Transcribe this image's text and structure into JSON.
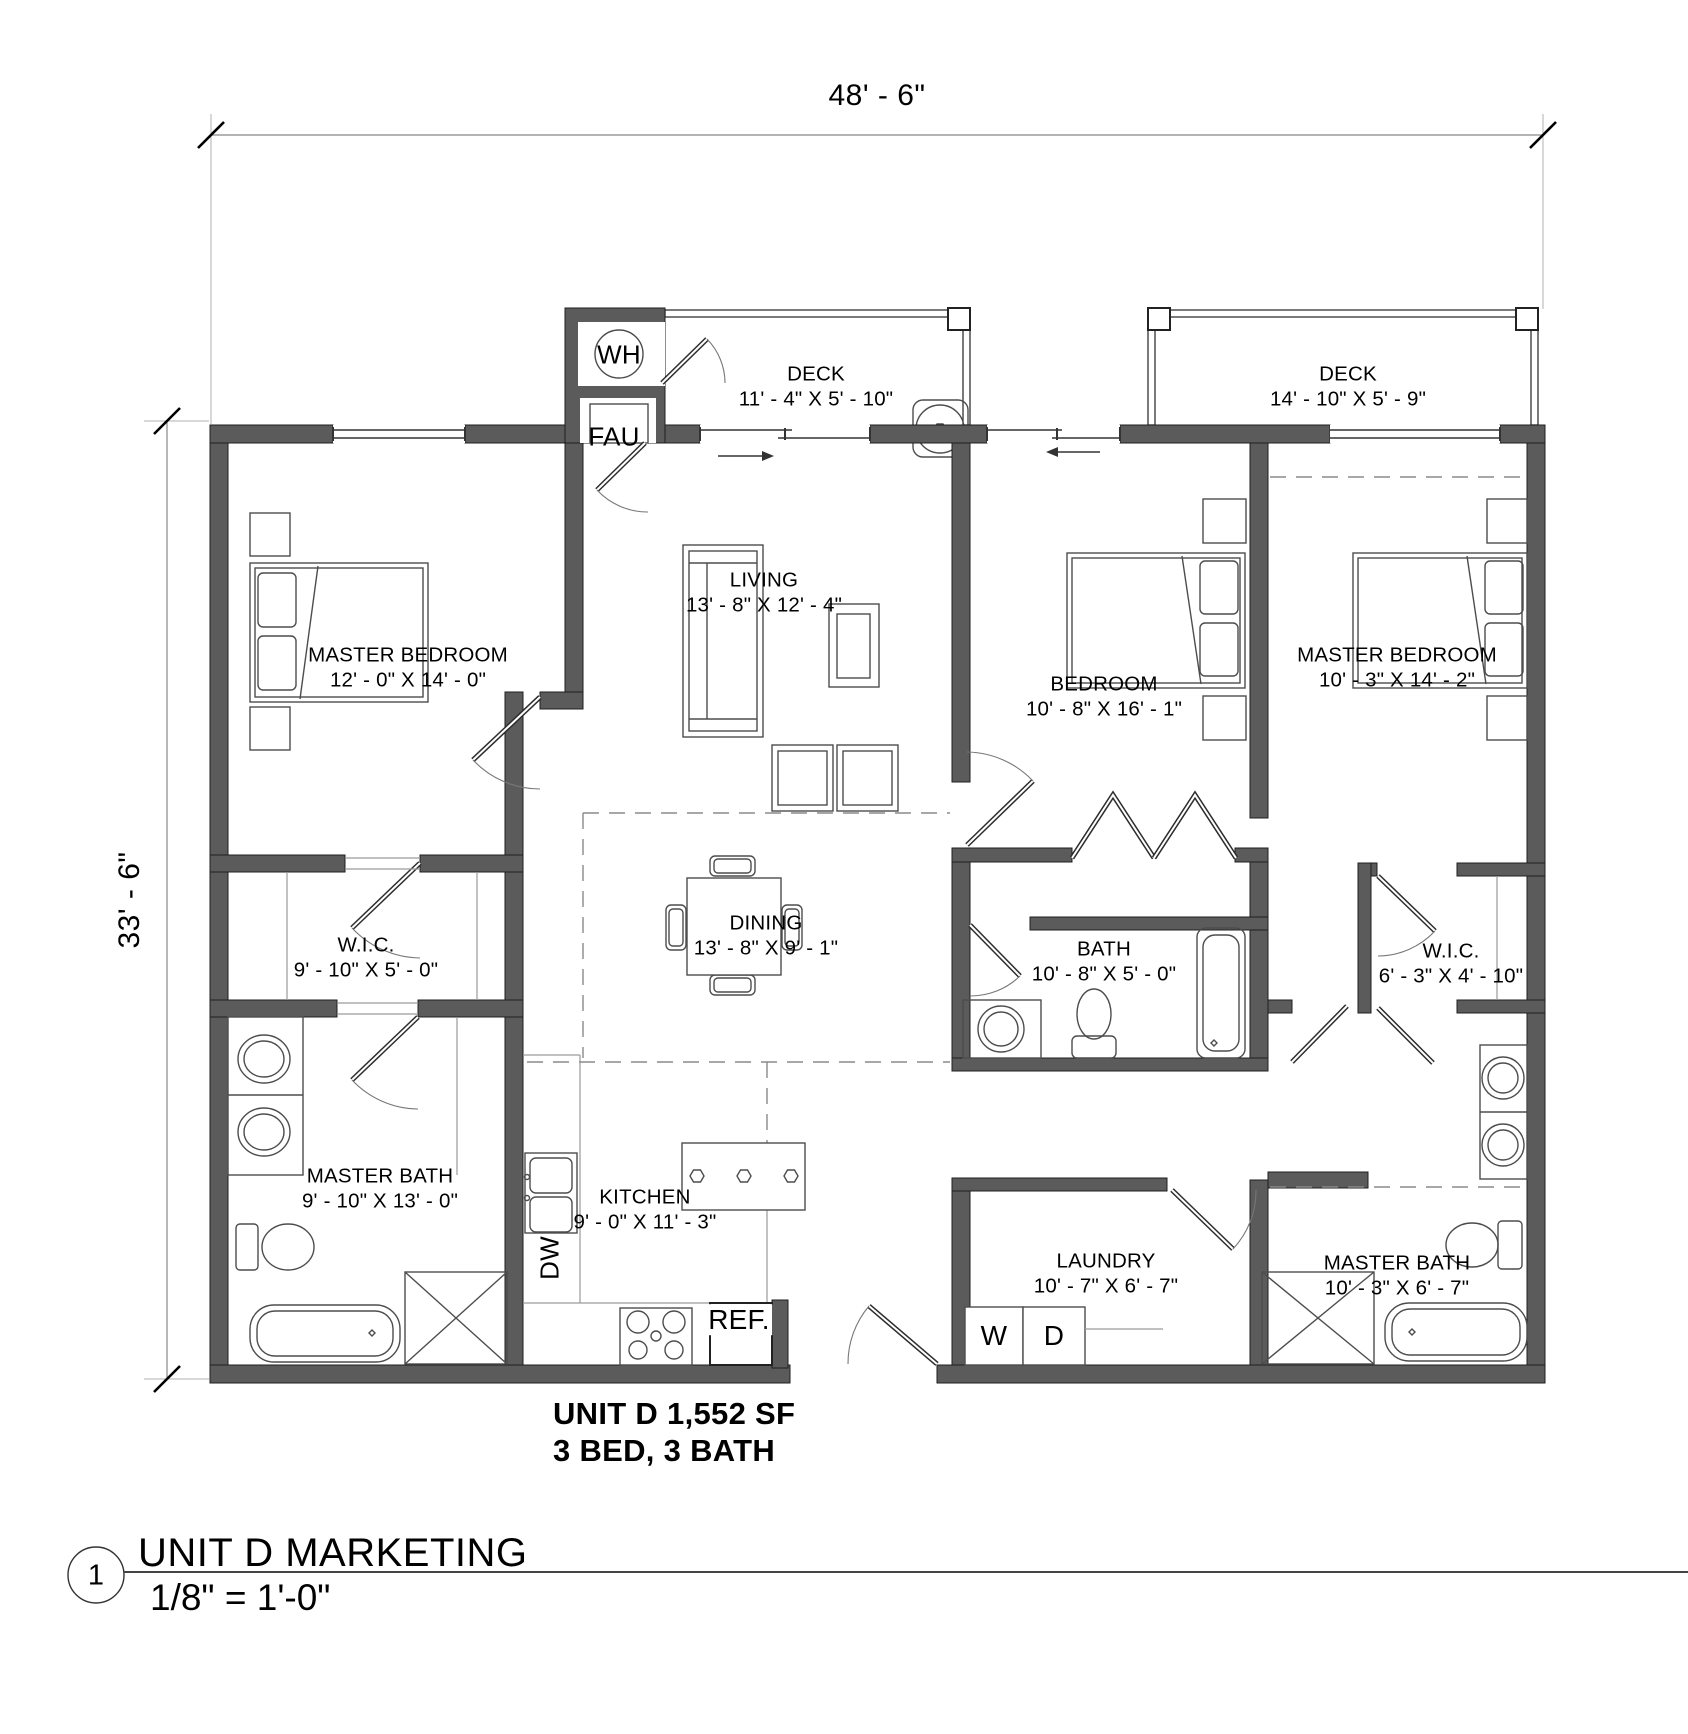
{
  "dimensions": {
    "top_width": "48' - 6\"",
    "left_height": "33' - 6\""
  },
  "rooms": [
    {
      "name": "MASTER BEDROOM",
      "dims": "12' - 0\" X 14' - 0\""
    },
    {
      "name": "LIVING",
      "dims": "13' - 8\" X 12' - 4\""
    },
    {
      "name": "BEDROOM",
      "dims": "10' - 8\" X 16' - 1\""
    },
    {
      "name": "MASTER BEDROOM",
      "dims": "10' - 3\" X 14' - 2\""
    },
    {
      "name": "DECK",
      "dims": "11' - 4\" X 5' - 10\""
    },
    {
      "name": "DECK",
      "dims": "14' - 10\" X 5' - 9\""
    },
    {
      "name": "W.I.C.",
      "dims": "9' - 10\" X 5' - 0\""
    },
    {
      "name": "DINING",
      "dims": "13' - 8\" X 9' - 1\""
    },
    {
      "name": "BATH",
      "dims": "10' - 8\" X 5' - 0\""
    },
    {
      "name": "W.I.C.",
      "dims": "6' - 3\" X 4' - 10\""
    },
    {
      "name": "MASTER BATH",
      "dims": "9' - 10\" X 13' - 0\""
    },
    {
      "name": "KITCHEN",
      "dims": "9' - 0\" X 11' - 3\""
    },
    {
      "name": "LAUNDRY",
      "dims": "10' - 7\" X 6' - 7\""
    },
    {
      "name": "MASTER BATH",
      "dims": "10' - 3\" X 6' - 7\""
    }
  ],
  "equipment": {
    "water_heater": "WH",
    "fau": "FAU",
    "dishwasher": "DW",
    "refrigerator": "REF.",
    "washer": "W",
    "dryer": "D"
  },
  "unit_summary": {
    "line1": "UNIT D 1,552 SF",
    "line2": "3 BED, 3 BATH"
  },
  "title_block": {
    "detail_number": "1",
    "title": "UNIT D MARKETING",
    "scale": "1/8\" = 1'-0\""
  },
  "colors": {
    "wall": "#5b5b5b",
    "line": "#333333"
  }
}
